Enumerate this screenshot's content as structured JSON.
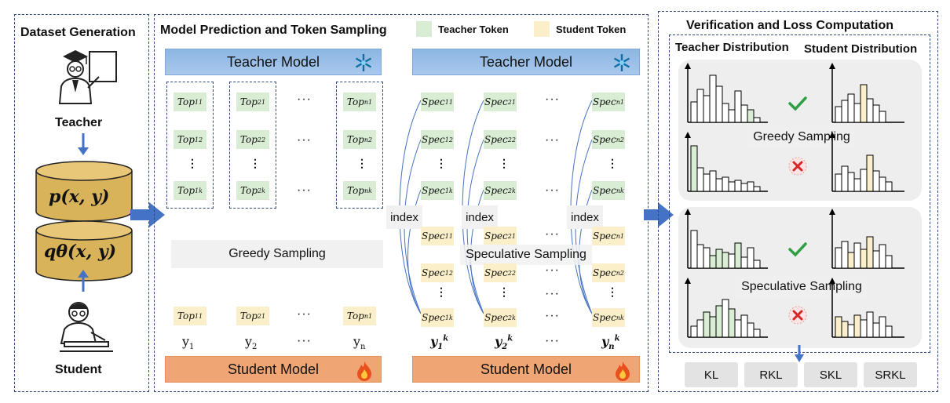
{
  "panels": {
    "dataset_title": "Dataset Generation",
    "prediction_title": "Model Prediction and Token Sampling",
    "verification_title": "Verification and Loss Computation"
  },
  "legend": {
    "teacher_token": "Teacher Token",
    "student_token": "Student Token"
  },
  "dataset": {
    "teacher_label": "Teacher",
    "student_label": "Student",
    "db_top": "p(x, y)",
    "db_bottom": "qθ(x, y)"
  },
  "models": {
    "teacher_left": "Teacher Model",
    "teacher_right": "Teacher Model",
    "student_left": "Student Model",
    "student_right": "Student Model"
  },
  "sampling": {
    "greedy": "Greedy Sampling",
    "speculative": "Speculative Sampling",
    "index": "index"
  },
  "verification": {
    "teacher_dist": "Teacher Distribution",
    "student_dist": "Student Distribution",
    "greedy": "Greedy Sampling",
    "speculative": "Speculative Sampling"
  },
  "losses": [
    "KL",
    "RKL",
    "SKL",
    "SRKL"
  ],
  "colors": {
    "teacher_token": "#d9ecd4",
    "student_token": "#fbefc9",
    "teacher_model": "#9dc0e8",
    "student_model": "#f0a674",
    "arrow": "#4472c4",
    "check": "#2ea043",
    "cross": "#d62828"
  }
}
